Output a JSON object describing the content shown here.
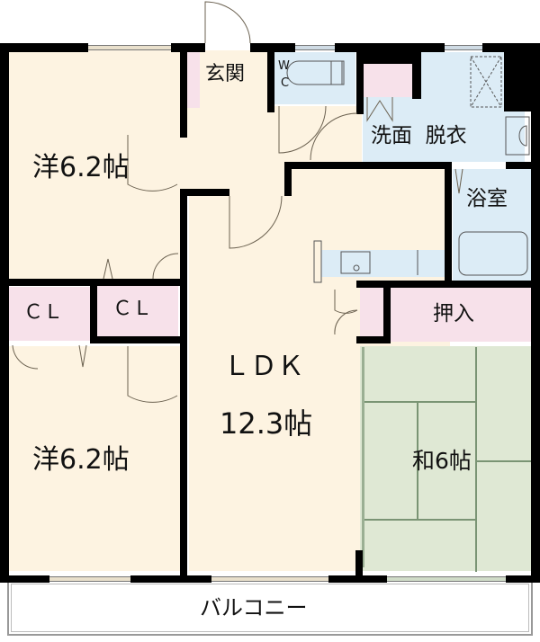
{
  "floorplan": {
    "rooms": {
      "western_room_top": {
        "label": "洋6.2帖",
        "type": "western",
        "size_jo": 6.2
      },
      "western_room_bottom": {
        "label": "洋6.2帖",
        "type": "western",
        "size_jo": 6.2
      },
      "entrance": {
        "label": "玄関"
      },
      "wc": {
        "label_line1": "W",
        "label_line2": "C"
      },
      "washroom": {
        "label": "洗面  脱衣"
      },
      "bathroom": {
        "label": "浴室"
      },
      "closet_left": {
        "label": "ＣＬ"
      },
      "closet_right": {
        "label": "ＣＬ"
      },
      "ldk": {
        "label_line1": "ＬＤＫ",
        "label_line2": "12.3帖",
        "size_jo": 12.3
      },
      "oshiire": {
        "label": "押入"
      },
      "japanese_room": {
        "label": "和6帖",
        "type": "japanese",
        "size_jo": 6
      },
      "balcony": {
        "label": "バルコニー"
      }
    },
    "colors": {
      "western": "#fdf3e1",
      "wet_area": "#dcecf6",
      "closet": "#f7e1ea",
      "japanese": "#dfe8d4",
      "wall": "#000000"
    }
  }
}
